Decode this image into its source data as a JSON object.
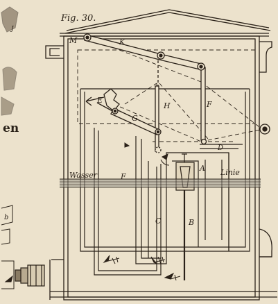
{
  "figure": {
    "caption": "Fig. 30.",
    "side_fragment": "en",
    "water_words": [
      "Wasser",
      "Linie"
    ],
    "labels": [
      "M",
      "K",
      "E",
      "G",
      "H",
      "F",
      "D",
      "A",
      "F",
      "C",
      "B"
    ]
  },
  "colors": {
    "paper": "#ece2cc",
    "ink": "#2a2118",
    "water": "#7b7a74"
  }
}
